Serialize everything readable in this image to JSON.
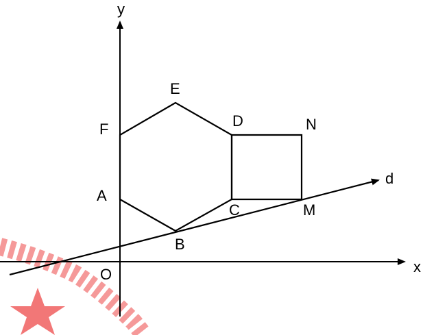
{
  "axes": {
    "x_label": "x",
    "y_label": "y",
    "origin_label": "O"
  },
  "points": {
    "A": "A",
    "B": "B",
    "C": "C",
    "D": "D",
    "E": "E",
    "F": "F",
    "M": "M",
    "N": "N"
  },
  "line": {
    "label": "d"
  },
  "colors": {
    "ink": "#000000",
    "watermark": "#f06060"
  }
}
